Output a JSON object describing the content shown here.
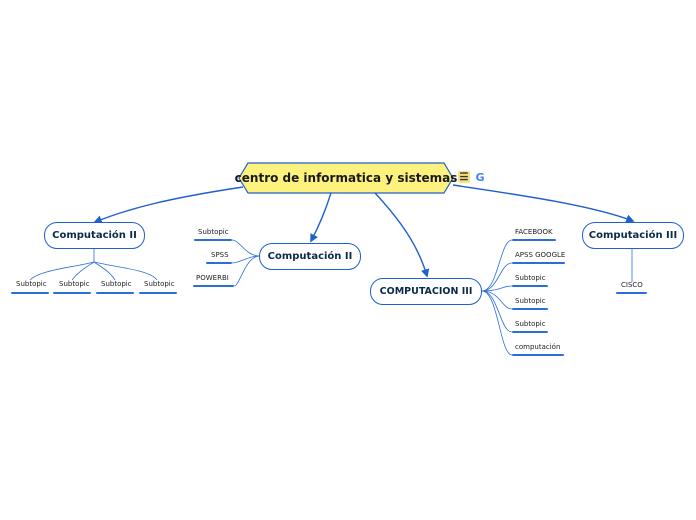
{
  "central_topic": {
    "label": "centro de informatica y sistemas"
  },
  "icons": {
    "notes": "notes-icon",
    "google": "google-icon",
    "google_glyph": "G"
  },
  "colors": {
    "link": "#1f5fcf",
    "center_fill": "#fdf27e",
    "center_border": "#1f5fcf",
    "leaf_underline": "#2a6fd6"
  },
  "topics": [
    {
      "label": "Computación II",
      "subtopics": [
        "Subtopic",
        "Subtopic",
        "Subtopic",
        "Subtopic"
      ]
    },
    {
      "label": "Computación II",
      "subtopics": [
        "Subtopic",
        "SPSS",
        "POWERBI"
      ]
    },
    {
      "label": "COMPUTACION III",
      "subtopics": [
        "FACEBOOK",
        "APSS GOOGLE",
        "Subtopic",
        "Subtopic",
        "Subtopic",
        "computación"
      ]
    },
    {
      "label": "Computación III",
      "subtopics": [
        "CISCO"
      ]
    }
  ]
}
